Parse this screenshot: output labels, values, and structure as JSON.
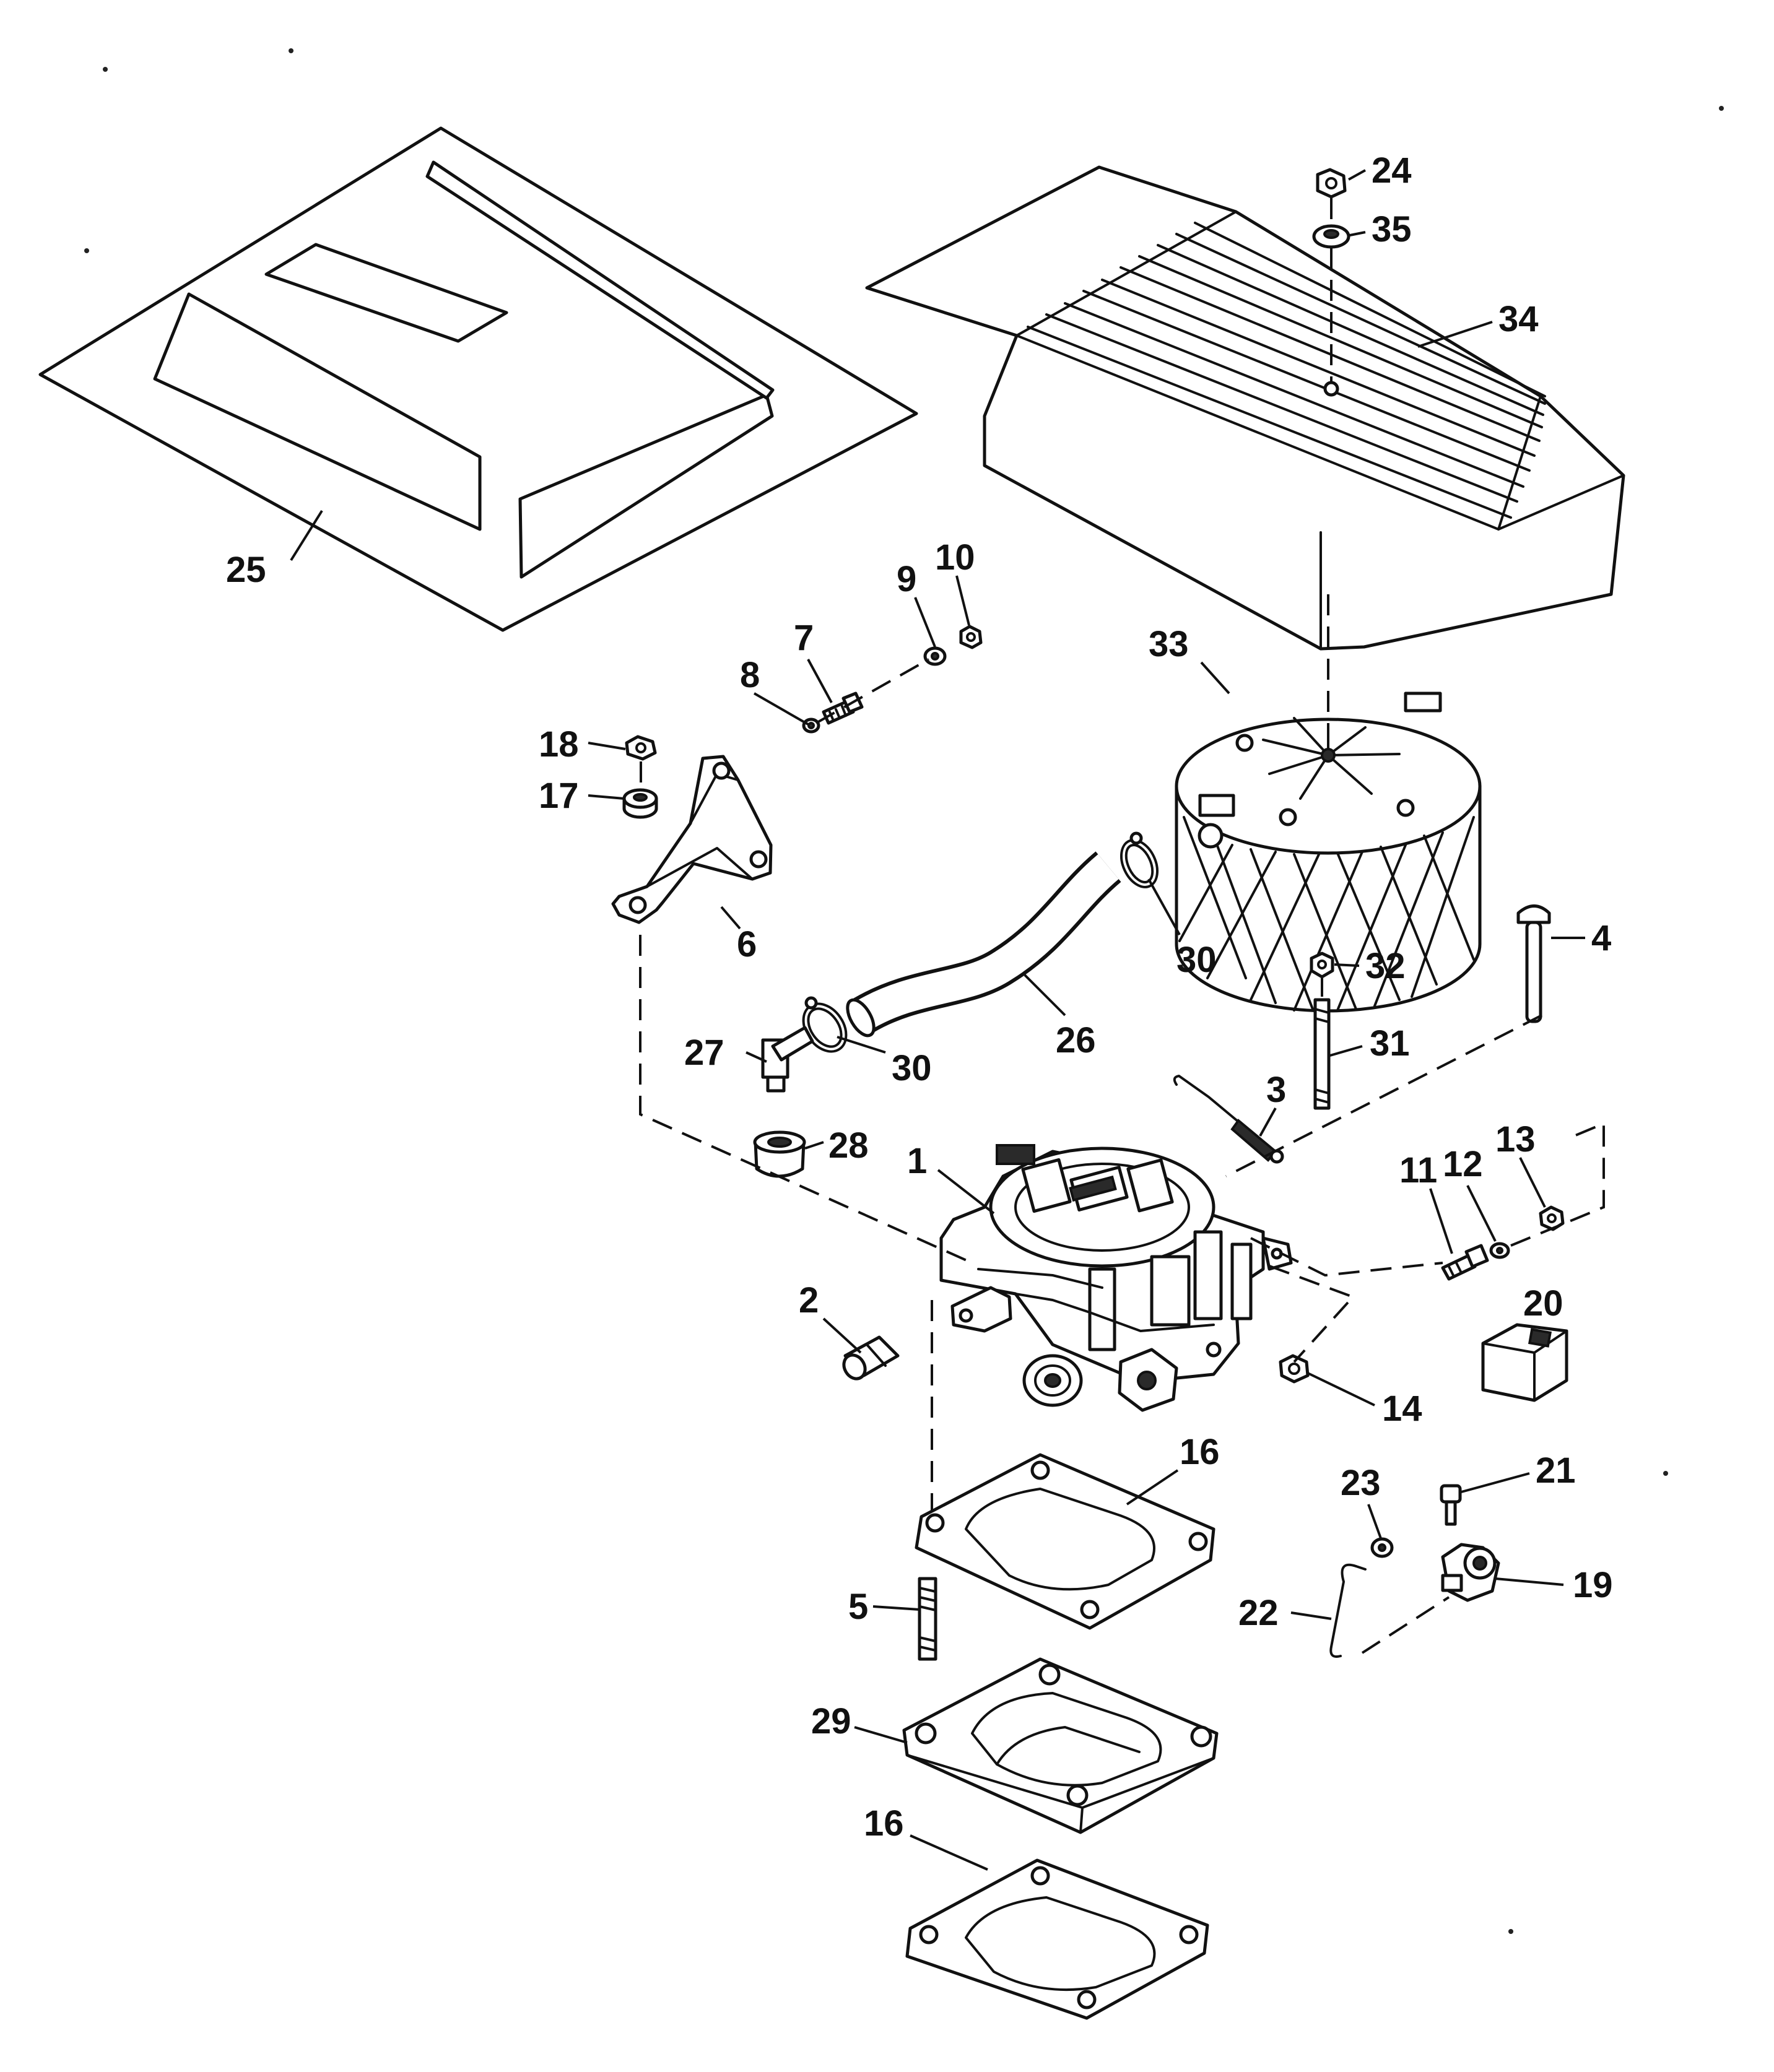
{
  "callouts": [
    {
      "id": "c1",
      "label": "1"
    },
    {
      "id": "c2",
      "label": "2"
    },
    {
      "id": "c3",
      "label": "3"
    },
    {
      "id": "c4",
      "label": "4"
    },
    {
      "id": "c5",
      "label": "5"
    },
    {
      "id": "c6",
      "label": "6"
    },
    {
      "id": "c7",
      "label": "7"
    },
    {
      "id": "c8",
      "label": "8"
    },
    {
      "id": "c9",
      "label": "9"
    },
    {
      "id": "c10",
      "label": "10"
    },
    {
      "id": "c11",
      "label": "11"
    },
    {
      "id": "c12",
      "label": "12"
    },
    {
      "id": "c13",
      "label": "13"
    },
    {
      "id": "c14",
      "label": "14"
    },
    {
      "id": "c16a",
      "label": "16"
    },
    {
      "id": "c16b",
      "label": "16"
    },
    {
      "id": "c17",
      "label": "17"
    },
    {
      "id": "c18",
      "label": "18"
    },
    {
      "id": "c19",
      "label": "19"
    },
    {
      "id": "c20",
      "label": "20"
    },
    {
      "id": "c21",
      "label": "21"
    },
    {
      "id": "c22",
      "label": "22"
    },
    {
      "id": "c23",
      "label": "23"
    },
    {
      "id": "c24",
      "label": "24"
    },
    {
      "id": "c25",
      "label": "25"
    },
    {
      "id": "c26",
      "label": "26"
    },
    {
      "id": "c27",
      "label": "27"
    },
    {
      "id": "c28",
      "label": "28"
    },
    {
      "id": "c29",
      "label": "29"
    },
    {
      "id": "c30a",
      "label": "30"
    },
    {
      "id": "c30b",
      "label": "30"
    },
    {
      "id": "c31",
      "label": "31"
    },
    {
      "id": "c32",
      "label": "32"
    },
    {
      "id": "c33",
      "label": "33"
    },
    {
      "id": "c34",
      "label": "34"
    },
    {
      "id": "c35",
      "label": "35"
    }
  ]
}
